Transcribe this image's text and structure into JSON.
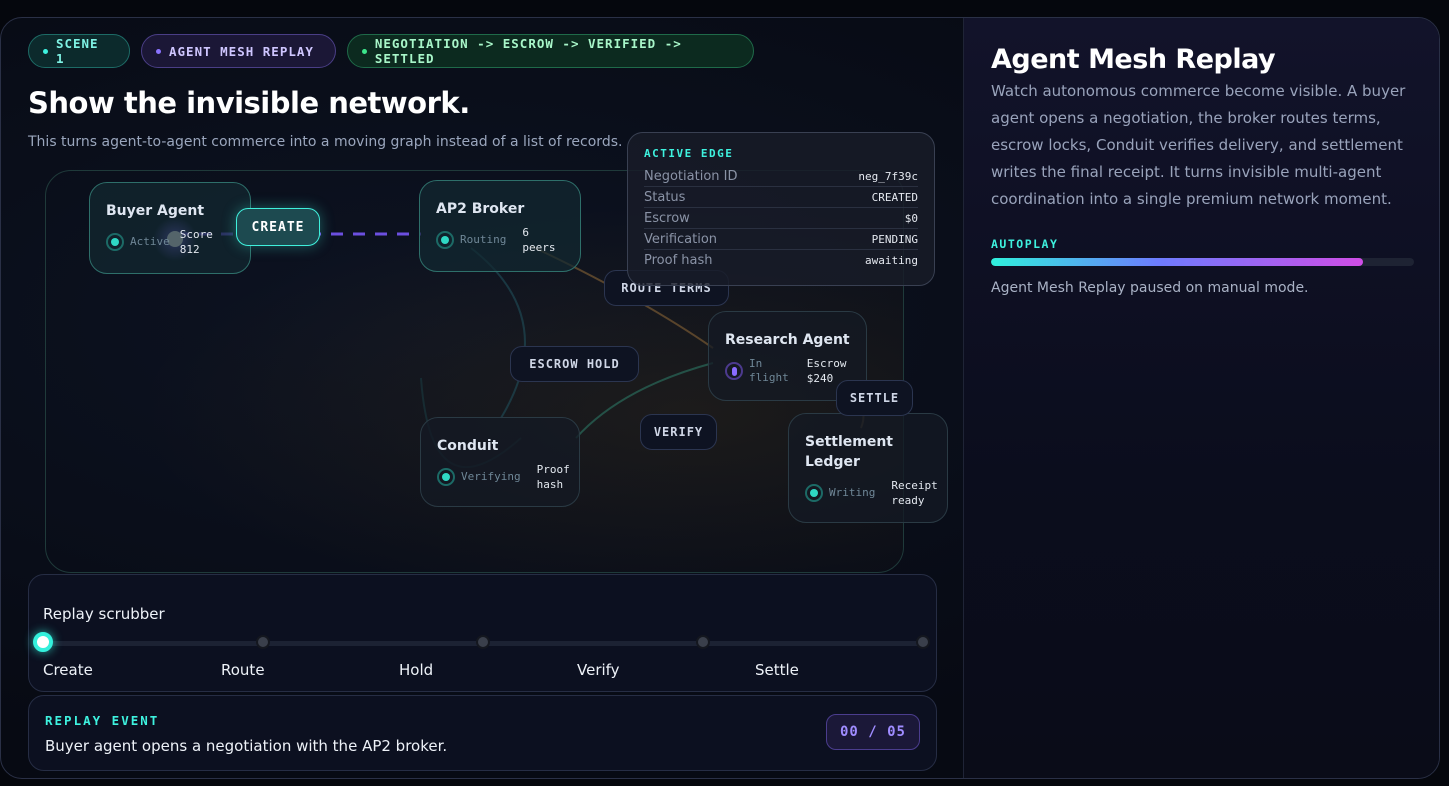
{
  "chips": {
    "scene": "SCENE 1",
    "replay": "AGENT MESH REPLAY",
    "flow": "NEGOTIATION -> ESCROW -> VERIFIED -> SETTLED"
  },
  "headline": "Show the invisible network.",
  "subline": "This turns agent-to-agent commerce into a moving graph instead of a list of records.",
  "nodes": {
    "buyer": {
      "title": "Buyer Agent",
      "status": "Active",
      "value": "Score 812",
      "icon": "status-dot-icon"
    },
    "broker": {
      "title": "AP2 Broker",
      "status": "Routing",
      "value": "6 peers",
      "icon": "status-dot-icon"
    },
    "research": {
      "title": "Research Agent",
      "status": "In flight",
      "value": "Escrow $240",
      "icon": "status-dot-icon"
    },
    "conduit": {
      "title": "Conduit",
      "status": "Verifying",
      "value": "Proof hash",
      "icon": "status-dot-icon"
    },
    "ledger": {
      "title": "Settlement Ledger",
      "status": "Writing",
      "value": "Receipt ready",
      "icon": "status-dot-icon"
    }
  },
  "edge_labels": {
    "create": "CREATE",
    "route_terms": "ROUTE TERMS",
    "escrow_hold": "ESCROW HOLD",
    "verify": "VERIFY",
    "settle": "SETTLE"
  },
  "active_edge": {
    "kicker": "ACTIVE EDGE",
    "rows": [
      {
        "key": "Negotiation ID",
        "value": "neg_7f39c"
      },
      {
        "key": "Status",
        "value": "CREATED"
      },
      {
        "key": "Escrow",
        "value": "$0"
      },
      {
        "key": "Verification",
        "value": "PENDING"
      },
      {
        "key": "Proof hash",
        "value": "awaiting"
      }
    ]
  },
  "scrubber": {
    "label": "Replay scrubber",
    "steps": [
      "Create",
      "Route",
      "Hold",
      "Verify",
      "Settle"
    ],
    "active_index": 0
  },
  "event": {
    "kicker": "REPLAY EVENT",
    "text": "Buyer agent opens a negotiation with the AP2 broker.",
    "counter": "00 / 05"
  },
  "side": {
    "title": "Agent Mesh Replay",
    "description": "Watch autonomous commerce become visible. A buyer agent opens a negotiation, the broker routes terms, escrow locks, Conduit verifies delivery, and settlement writes the final receipt. It turns invisible multi-agent coordination into a single premium network moment.",
    "autoplay_label": "AUTOPLAY",
    "autoplay_progress": 0.88,
    "note": "Agent Mesh Replay paused on manual mode."
  },
  "colors": {
    "accent": "#3ef2df",
    "purple": "#8b73ff",
    "green": "#3ce58b"
  }
}
